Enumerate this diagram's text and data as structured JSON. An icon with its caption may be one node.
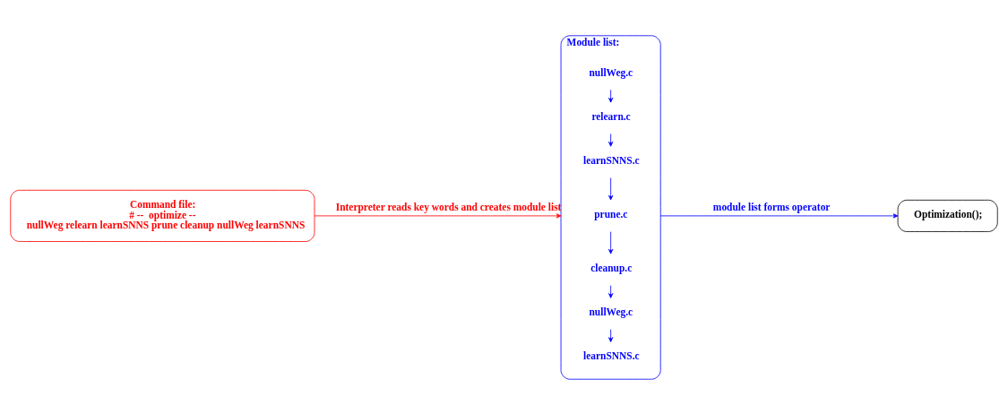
{
  "diagram": {
    "nodes": [
      {
        "text": [
          "Command file:",
          "# --  optimize --",
          "nullWeg relearn learnSNNS prune cleanup nullWeg learnSNNS"
        ]
      },
      {
        "text": [
          "Module list:"
        ]
      },
      {
        "text": [
          "nullWeg.c"
        ],
        "in": 1
      },
      {
        "text": [
          "relearn.c"
        ],
        "in": 1
      },
      {
        "text": [
          "learnSNNS.c"
        ],
        "in": 1
      },
      {
        "text": [
          "prune.c"
        ],
        "in": 1
      },
      {
        "text": [
          "cleanup.c"
        ],
        "in": 1
      },
      {
        "text": [
          "nullWeg.c"
        ],
        "in": 1
      },
      {
        "text": [
          "learnSNNS.c"
        ],
        "in": 1
      },
      {
        "text": [
          "Optimization();"
        ]
      }
    ],
    "edges": [
      {
        "from": 0,
        "to": 1,
        "arrow": "to",
        "label": "Interpreter reads key words and creates module list",
        "color": "#ff0000"
      },
      {
        "from": 2,
        "to": 3,
        "arrow": "to"
      },
      {
        "from": 3,
        "to": 4,
        "arrow": "to"
      },
      {
        "from": 4,
        "to": 5,
        "arrow": "to"
      },
      {
        "from": 5,
        "to": 6,
        "arrow": "to"
      },
      {
        "from": 6,
        "to": 7,
        "arrow": "to"
      },
      {
        "from": 7,
        "to": 8,
        "arrow": "to"
      },
      {
        "from": 1,
        "to": 9,
        "arrow": "to",
        "label": "module list forms operator"
      }
    ]
  }
}
